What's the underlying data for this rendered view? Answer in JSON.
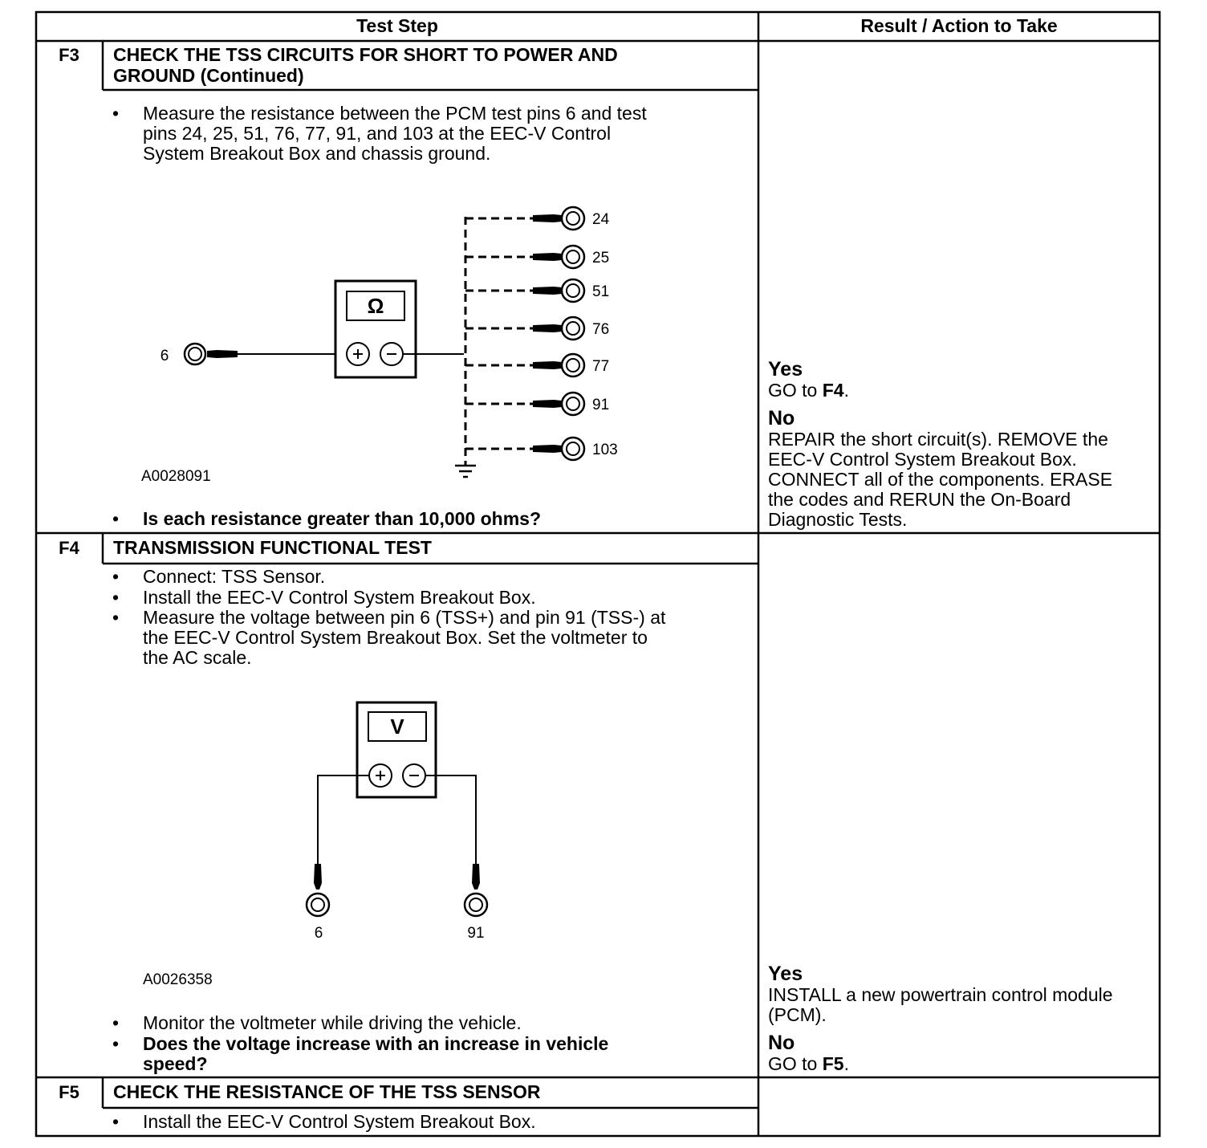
{
  "header": {
    "col_step": "Test Step",
    "col_result": "Result / Action to Take"
  },
  "f3": {
    "id": "F3",
    "title_1": "CHECK THE TSS CIRCUITS FOR SHORT TO POWER AND",
    "title_2": "GROUND (Continued)",
    "b1_l1": "Measure the resistance between the PCM test pins 6 and test",
    "b1_l2": "pins 24, 25, 51, 76, 77, 91, and 103 at the EEC-V Control",
    "b1_l3": "System Breakout Box and chassis ground.",
    "figure_id": "A0028091",
    "meter_symbol": "Ω",
    "pin_left": "6",
    "pins_right": [
      "24",
      "25",
      "51",
      "76",
      "77",
      "91",
      "103"
    ],
    "question": "Is each resistance greater than 10,000 ohms?",
    "yes_label": "Yes",
    "yes_text_prefix": "GO to ",
    "yes_target": "F4",
    "yes_text_suffix": ".",
    "no_label": "No",
    "no_l1": "REPAIR the short circuit(s). REMOVE the",
    "no_l2": "EEC-V Control System Breakout Box.",
    "no_l3": "CONNECT all of the components. ERASE",
    "no_l4": "the codes and RERUN the On-Board",
    "no_l5": "Diagnostic Tests."
  },
  "f4": {
    "id": "F4",
    "title": "TRANSMISSION FUNCTIONAL TEST",
    "b1": "Connect: TSS Sensor.",
    "b2": "Install the EEC-V Control System Breakout Box.",
    "b3_l1": "Measure the voltage between pin 6 (TSS+) and pin 91 (TSS-) at",
    "b3_l2": "the EEC-V Control System Breakout Box. Set the voltmeter to",
    "b3_l3": "the AC scale.",
    "meter_symbol": "V",
    "pin_a": "6",
    "pin_b": "91",
    "figure_id": "A0026358",
    "b4": "Monitor the voltmeter while driving the vehicle.",
    "q_l1": "Does the voltage increase with an increase in vehicle",
    "q_l2": "speed?",
    "yes_label": "Yes",
    "yes_l1": "INSTALL a new powertrain control module",
    "yes_l2": "(PCM).",
    "no_label": "No",
    "no_text_prefix": "GO to ",
    "no_target": "F5",
    "no_text_suffix": "."
  },
  "f5": {
    "id": "F5",
    "title": "CHECK THE RESISTANCE OF THE TSS SENSOR",
    "b1": "Install the EEC-V Control System Breakout Box."
  },
  "bullet": "•"
}
